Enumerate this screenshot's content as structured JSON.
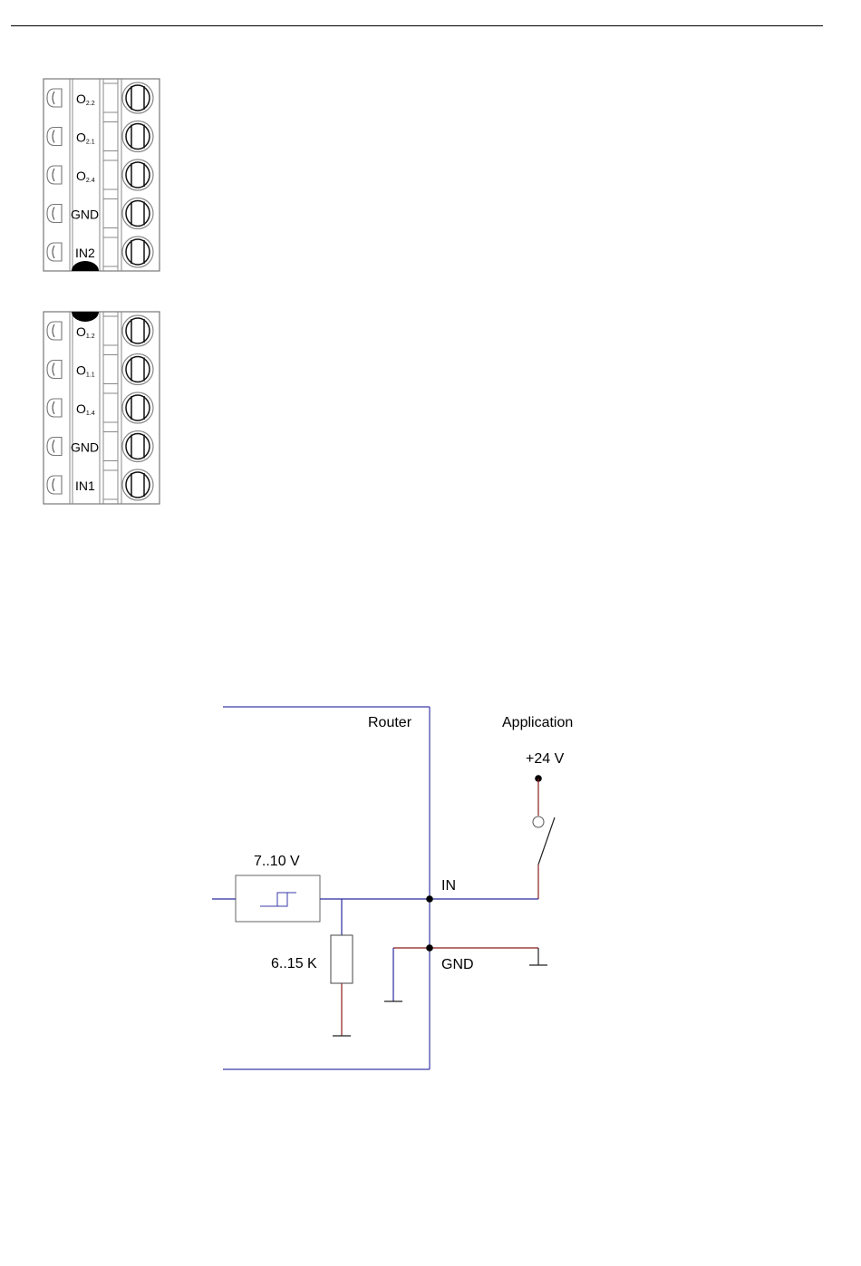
{
  "terminal_block_top": {
    "pins": [
      {
        "main": "O",
        "sub": "2.2"
      },
      {
        "main": "O",
        "sub": "2.1"
      },
      {
        "main": "O",
        "sub": "2.4"
      },
      {
        "main": "GND",
        "sub": ""
      },
      {
        "main": "IN2",
        "sub": ""
      }
    ]
  },
  "terminal_block_bottom": {
    "pins": [
      {
        "main": "O",
        "sub": "1.2"
      },
      {
        "main": "O",
        "sub": "1.1"
      },
      {
        "main": "O",
        "sub": "1.4"
      },
      {
        "main": "GND",
        "sub": ""
      },
      {
        "main": "IN1",
        "sub": ""
      }
    ]
  },
  "circuit": {
    "router_label": "Router",
    "application_label": "Application",
    "supply_label": "+24 V",
    "threshold_label": "7..10 V",
    "resistor_label": "6..15 K",
    "in_label": "IN",
    "gnd_label": "GND",
    "colors": {
      "router_line": "#3a3aa8",
      "signal_line": "#2a2aa0",
      "wire_red": "#8b1a1a"
    }
  }
}
